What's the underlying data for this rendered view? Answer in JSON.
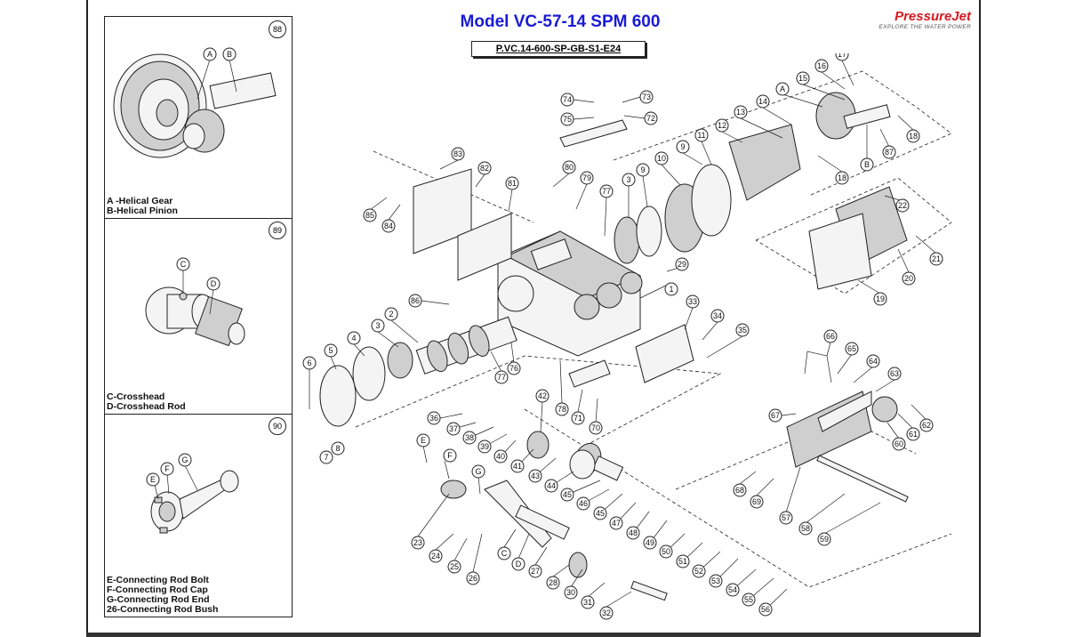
{
  "title": "Model VC-57-14 SPM 600",
  "part_code": "P.VC.14-600-SP-GB-S1-E24",
  "brand": {
    "name": "PressureJet",
    "tagline": "EXPLORE THE WATER POWER",
    "color": "#d71920"
  },
  "title_color": "#1a1ad6",
  "panels": [
    {
      "number": "88",
      "labels": [
        "A -Helical Gear",
        "B-Helical Pinion"
      ],
      "callouts": [
        "A",
        "B"
      ]
    },
    {
      "number": "89",
      "labels": [
        "C-Crosshead",
        "D-Crosshead Rod"
      ],
      "callouts": [
        "C",
        "D"
      ]
    },
    {
      "number": "90",
      "labels": [
        "E-Connecting Rod Bolt",
        "F-Connecting Rod Cap",
        "G-Connecting Rod End",
        "26-Connecting Rod Bush"
      ],
      "callouts": [
        "E",
        "F",
        "G"
      ]
    }
  ],
  "callouts": [
    "1",
    "2",
    "3",
    "3",
    "4",
    "5",
    "6",
    "7",
    "8",
    "9",
    "9",
    "10",
    "11",
    "12",
    "13",
    "14",
    "15",
    "16",
    "17",
    "18",
    "18",
    "19",
    "20",
    "21",
    "22",
    "23",
    "24",
    "25",
    "26",
    "27",
    "28",
    "29",
    "30",
    "31",
    "32",
    "33",
    "34",
    "35",
    "36",
    "37",
    "38",
    "39",
    "40",
    "41",
    "42",
    "43",
    "44",
    "45",
    "45",
    "46",
    "47",
    "48",
    "49",
    "50",
    "51",
    "52",
    "53",
    "54",
    "55",
    "56",
    "57",
    "58",
    "59",
    "60",
    "61",
    "62",
    "63",
    "64",
    "65",
    "66",
    "67",
    "68",
    "69",
    "70",
    "71",
    "72",
    "73",
    "74",
    "75",
    "76",
    "77",
    "77",
    "78",
    "79",
    "80",
    "81",
    "82",
    "83",
    "84",
    "85",
    "86",
    "87",
    "A",
    "B",
    "C",
    "D",
    "E",
    "F",
    "G"
  ]
}
